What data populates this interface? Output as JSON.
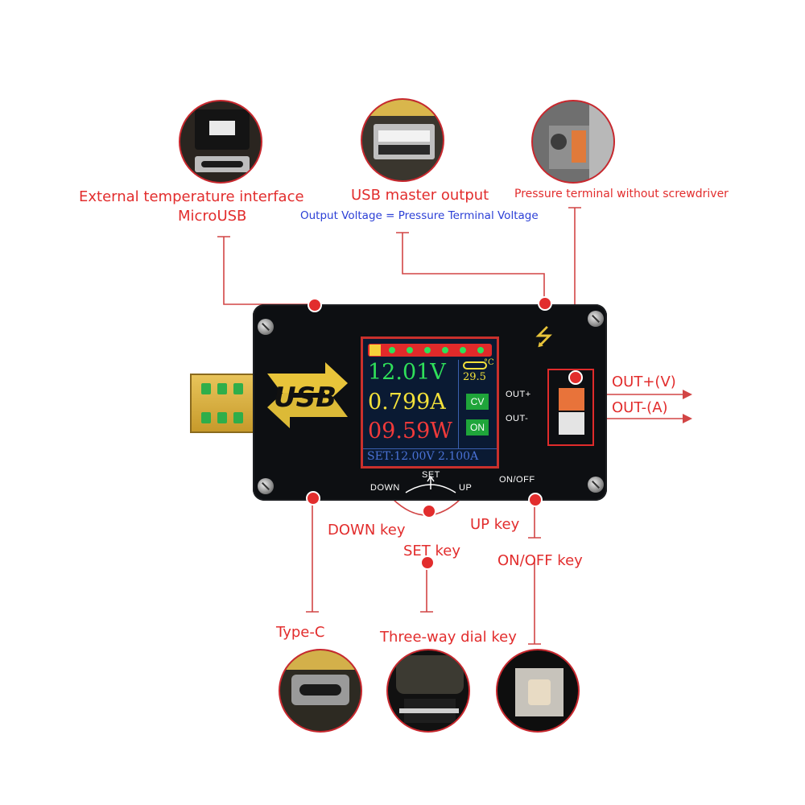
{
  "callouts": {
    "ext_temp": "External temperature interface",
    "microusb": "MicroUSB",
    "usb_master": "USB master output",
    "output_voltage_note": "Output Voltage = Pressure Terminal Voltage",
    "pressure_terminal": "Pressure terminal without screwdriver",
    "out_plus": "OUT+(V)",
    "out_minus": "OUT-(A)",
    "down_key": "DOWN key",
    "up_key": "UP  key",
    "set_key": "SET  key",
    "onoff_key": "ON/OFF  key",
    "type_c": "Type-C",
    "three_way": "Three-way dial key"
  },
  "device": {
    "logo": "USB",
    "label_out_plus": "OUT+",
    "label_out_minus": "OUT-",
    "label_down": "DOWN",
    "label_set": "SET",
    "label_up": "UP",
    "label_onoff": "ON/OFF"
  },
  "lcd": {
    "voltage": "12.01V",
    "current": "0.799A",
    "power": "09.59W",
    "temp": "29.5",
    "temp_unit": "°C",
    "mode": "CV",
    "output_state": "ON",
    "set_line": "SET:12.00V 2.100A"
  },
  "colors": {
    "callout_red": "#e22d2d",
    "note_blue": "#2b3fd6",
    "lcd_voltage": "#2fe05a",
    "lcd_current": "#f3e13a",
    "lcd_power": "#f03a3a"
  }
}
